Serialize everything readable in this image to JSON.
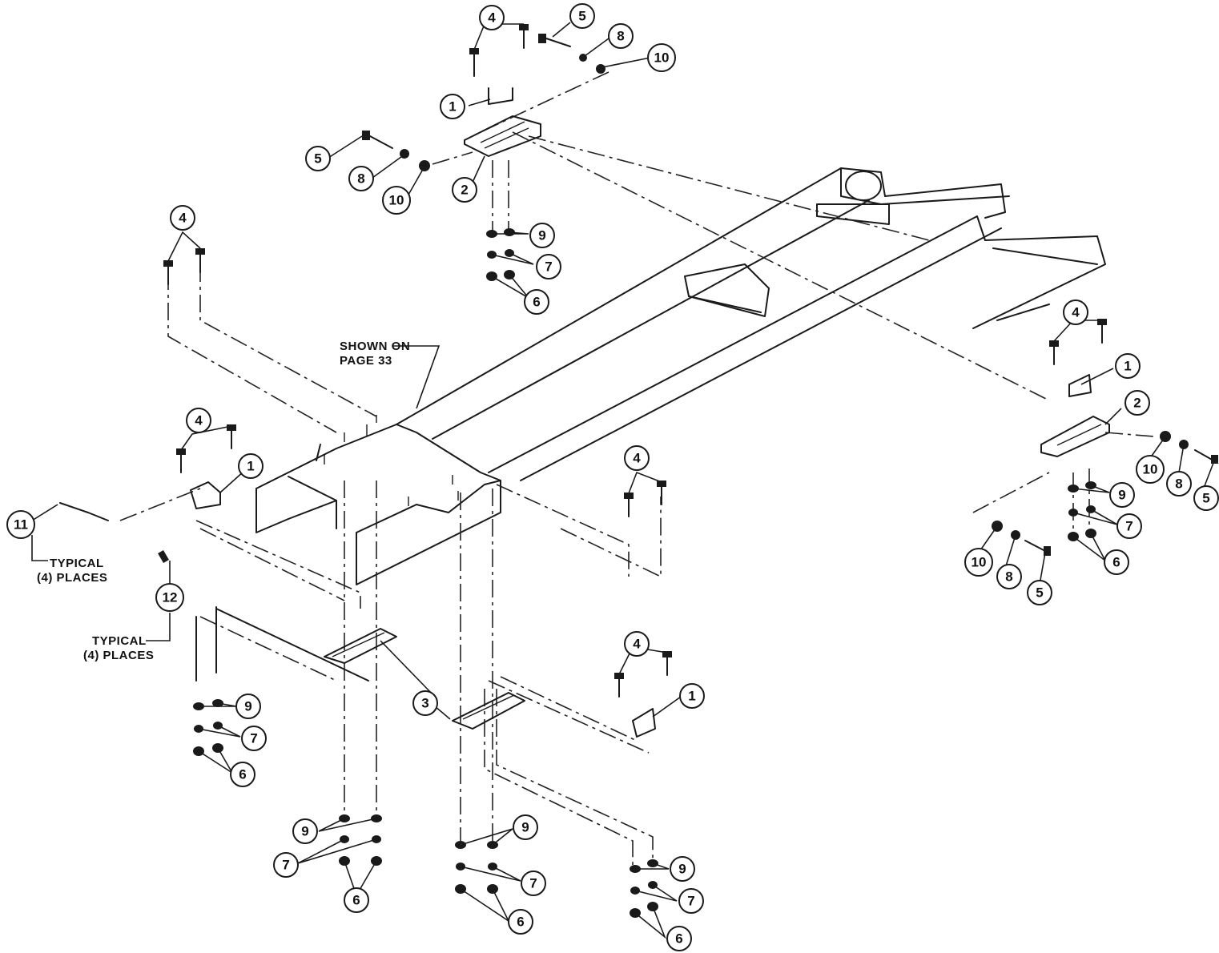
{
  "callouts": [
    "4",
    "5",
    "8",
    "10",
    "1",
    "5",
    "8",
    "10",
    "2",
    "9",
    "7",
    "6",
    "4",
    "4",
    "1",
    "11",
    "12",
    "4",
    "4",
    "1",
    "2",
    "10",
    "8",
    "5",
    "9",
    "7",
    "6",
    "10",
    "8",
    "5",
    "3",
    "9",
    "7",
    "6",
    "4",
    "1",
    "9",
    "7",
    "6",
    "9",
    "7",
    "6",
    "9",
    "7",
    "6"
  ],
  "notes": {
    "shown_on_line1": "SHOWN ON",
    "shown_on_line2": "PAGE 33",
    "typical_11_line1": "TYPICAL",
    "typical_11_line2": "(4) PLACES",
    "typical_12_line1": "TYPICAL",
    "typical_12_line2": "(4) PLACES"
  }
}
